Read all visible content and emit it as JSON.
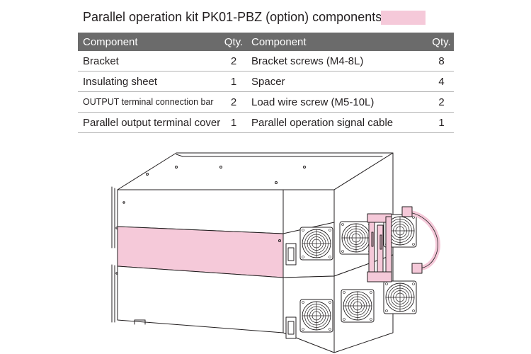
{
  "page": {
    "title": "Parallel operation kit PK01-PBZ (option) components",
    "highlight_color": "#f5c9d9"
  },
  "table": {
    "headers": [
      "Component",
      "Qty.",
      "Component",
      "Qty."
    ],
    "rows": [
      {
        "left_component": "Bracket",
        "left_qty": "2",
        "right_component": "Bracket screws (M4-8L)",
        "right_qty": "8"
      },
      {
        "left_component": "Insulating sheet",
        "left_qty": "1",
        "right_component": "Spacer",
        "right_qty": "4"
      },
      {
        "left_component": "OUTPUT terminal connection bar",
        "left_qty": "2",
        "right_component": "Load wire screw (M5-10L)",
        "right_qty": "2"
      },
      {
        "left_component": "Parallel output terminal cover",
        "left_qty": "1",
        "right_component": "Parallel operation signal cable",
        "right_qty": "1"
      }
    ],
    "header_color": "#6b6b6b"
  },
  "illustration": {
    "highlight_color": "#f5c9d9",
    "line_color": "#231f20"
  }
}
